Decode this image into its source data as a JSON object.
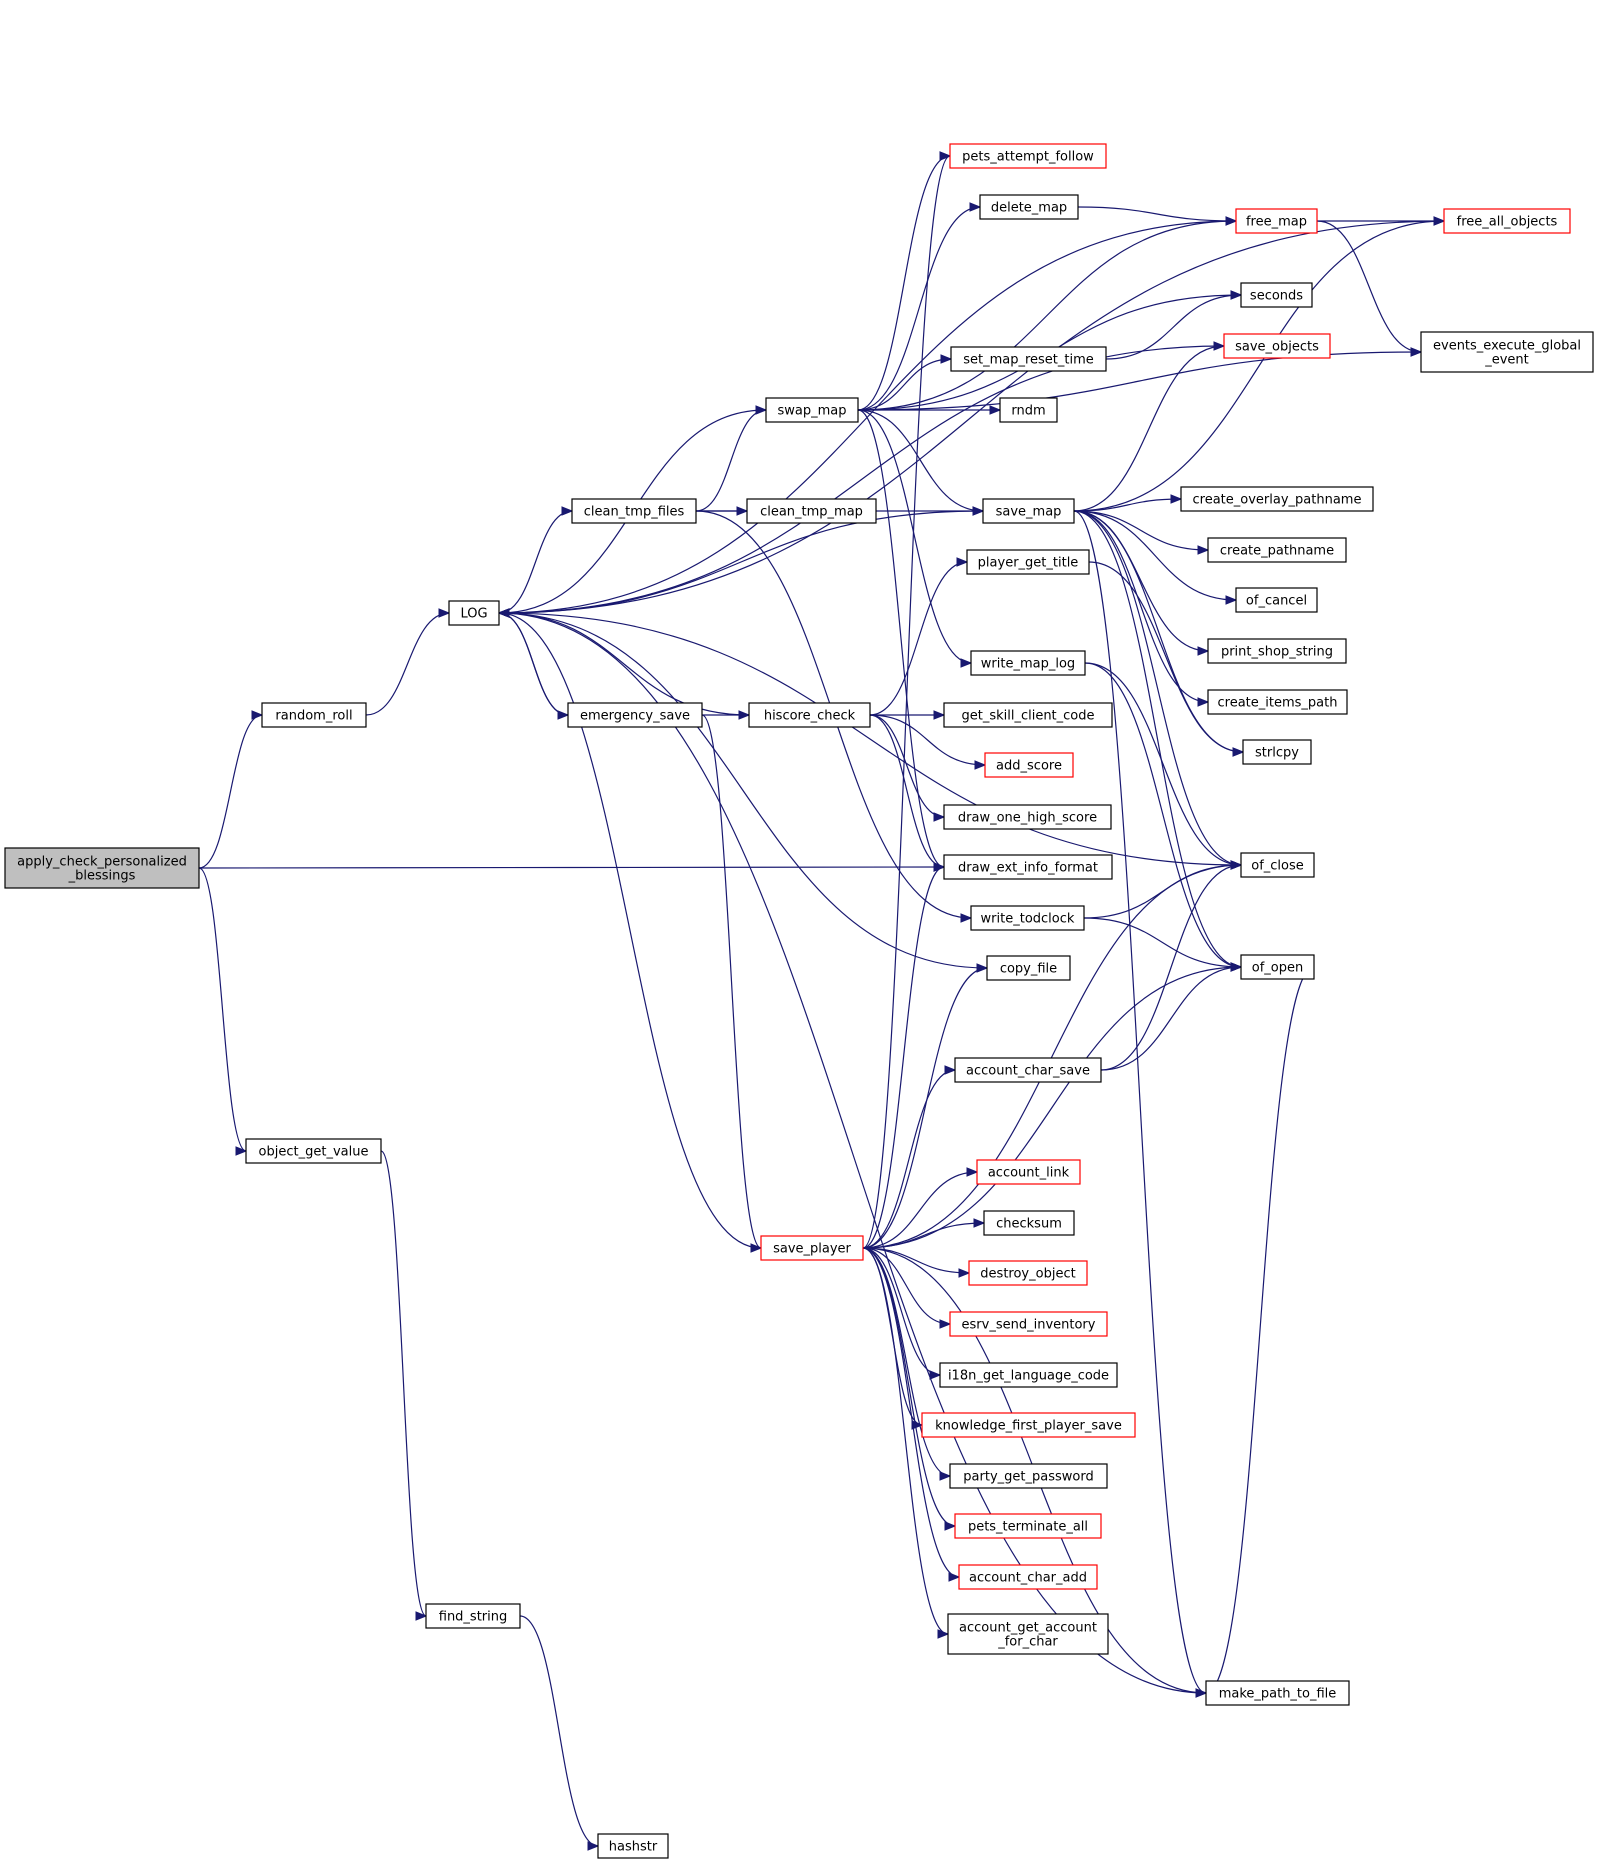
{
  "colors": {
    "edge": "#191970",
    "node_border": "#000000",
    "node_border_truncated": "#ff0000",
    "node_fill": "#ffffff",
    "root_fill": "#bfbfbf"
  },
  "nodes": {
    "apply_check": {
      "lines": [
        "apply_check_personalized",
        "_blessings"
      ],
      "root": true,
      "truncated": false
    },
    "random_roll": {
      "lines": [
        "random_roll"
      ],
      "truncated": false
    },
    "object_get_value": {
      "lines": [
        "object_get_value"
      ],
      "truncated": false
    },
    "LOG": {
      "lines": [
        "LOG"
      ],
      "truncated": false
    },
    "find_string": {
      "lines": [
        "find_string"
      ],
      "truncated": false
    },
    "hashstr": {
      "lines": [
        "hashstr"
      ],
      "truncated": false
    },
    "clean_tmp_files": {
      "lines": [
        "clean_tmp_files"
      ],
      "truncated": false
    },
    "emergency_save": {
      "lines": [
        "emergency_save"
      ],
      "truncated": false
    },
    "swap_map": {
      "lines": [
        "swap_map"
      ],
      "truncated": false
    },
    "save_player": {
      "lines": [
        "save_player"
      ],
      "truncated": true
    },
    "hiscore_check": {
      "lines": [
        "hiscore_check"
      ],
      "truncated": false
    },
    "clean_tmp_map": {
      "lines": [
        "clean_tmp_map"
      ],
      "truncated": false
    },
    "pets_attempt_follow": {
      "lines": [
        "pets_attempt_follow"
      ],
      "truncated": true
    },
    "delete_map": {
      "lines": [
        "delete_map"
      ],
      "truncated": false
    },
    "set_map_reset_time": {
      "lines": [
        "set_map_reset_time"
      ],
      "truncated": false
    },
    "rndm": {
      "lines": [
        "rndm"
      ],
      "truncated": false
    },
    "save_map": {
      "lines": [
        "save_map"
      ],
      "truncated": false
    },
    "player_get_title": {
      "lines": [
        "player_get_title"
      ],
      "truncated": false
    },
    "write_map_log": {
      "lines": [
        "write_map_log"
      ],
      "truncated": false
    },
    "get_skill_client_code": {
      "lines": [
        "get_skill_client_code"
      ],
      "truncated": false
    },
    "add_score": {
      "lines": [
        "add_score"
      ],
      "truncated": true
    },
    "draw_one_high_score": {
      "lines": [
        "draw_one_high_score"
      ],
      "truncated": false
    },
    "draw_ext_info_format": {
      "lines": [
        "draw_ext_info_format"
      ],
      "truncated": false
    },
    "write_todclock": {
      "lines": [
        "write_todclock"
      ],
      "truncated": false
    },
    "copy_file": {
      "lines": [
        "copy_file"
      ],
      "truncated": false
    },
    "account_char_save": {
      "lines": [
        "account_char_save"
      ],
      "truncated": false
    },
    "account_link": {
      "lines": [
        "account_link"
      ],
      "truncated": true
    },
    "checksum": {
      "lines": [
        "checksum"
      ],
      "truncated": false
    },
    "destroy_object": {
      "lines": [
        "destroy_object"
      ],
      "truncated": true
    },
    "esrv_send_inventory": {
      "lines": [
        "esrv_send_inventory"
      ],
      "truncated": true
    },
    "i18n_get_language_code": {
      "lines": [
        "i18n_get_language_code"
      ],
      "truncated": false
    },
    "knowledge_first_player_save": {
      "lines": [
        "knowledge_first_player_save"
      ],
      "truncated": true
    },
    "party_get_password": {
      "lines": [
        "party_get_password"
      ],
      "truncated": false
    },
    "pets_terminate_all": {
      "lines": [
        "pets_terminate_all"
      ],
      "truncated": true
    },
    "account_char_add": {
      "lines": [
        "account_char_add"
      ],
      "truncated": true
    },
    "account_get_account_for_char": {
      "lines": [
        "account_get_account",
        "_for_char"
      ],
      "truncated": false
    },
    "free_map": {
      "lines": [
        "free_map"
      ],
      "truncated": true
    },
    "seconds": {
      "lines": [
        "seconds"
      ],
      "truncated": false
    },
    "save_objects": {
      "lines": [
        "save_objects"
      ],
      "truncated": true
    },
    "create_overlay_pathname": {
      "lines": [
        "create_overlay_pathname"
      ],
      "truncated": false
    },
    "create_pathname": {
      "lines": [
        "create_pathname"
      ],
      "truncated": false
    },
    "of_cancel": {
      "lines": [
        "of_cancel"
      ],
      "truncated": false
    },
    "print_shop_string": {
      "lines": [
        "print_shop_string"
      ],
      "truncated": false
    },
    "create_items_path": {
      "lines": [
        "create_items_path"
      ],
      "truncated": false
    },
    "strlcpy": {
      "lines": [
        "strlcpy"
      ],
      "truncated": false
    },
    "of_close": {
      "lines": [
        "of_close"
      ],
      "truncated": false
    },
    "of_open": {
      "lines": [
        "of_open"
      ],
      "truncated": false
    },
    "make_path_to_file": {
      "lines": [
        "make_path_to_file"
      ],
      "truncated": false
    },
    "free_all_objects": {
      "lines": [
        "free_all_objects"
      ],
      "truncated": true
    },
    "events_execute_global_event": {
      "lines": [
        "events_execute_global",
        "_event"
      ],
      "truncated": false
    }
  },
  "edges": [
    [
      "apply_check",
      "random_roll"
    ],
    [
      "apply_check",
      "object_get_value"
    ],
    [
      "apply_check",
      "draw_ext_info_format"
    ],
    [
      "random_roll",
      "LOG"
    ],
    [
      "object_get_value",
      "find_string"
    ],
    [
      "find_string",
      "hashstr"
    ],
    [
      "LOG",
      "clean_tmp_files"
    ],
    [
      "LOG",
      "emergency_save"
    ],
    [
      "clean_tmp_files",
      "swap_map"
    ],
    [
      "clean_tmp_files",
      "clean_tmp_map"
    ],
    [
      "clean_tmp_files",
      "save_map"
    ],
    [
      "clean_tmp_files",
      "write_todclock"
    ],
    [
      "emergency_save",
      "hiscore_check"
    ],
    [
      "emergency_save",
      "LOG"
    ],
    [
      "emergency_save",
      "save_player"
    ],
    [
      "swap_map",
      "LOG"
    ],
    [
      "swap_map",
      "pets_attempt_follow"
    ],
    [
      "swap_map",
      "delete_map"
    ],
    [
      "swap_map",
      "free_map"
    ],
    [
      "swap_map",
      "seconds"
    ],
    [
      "swap_map",
      "set_map_reset_time"
    ],
    [
      "swap_map",
      "rndm"
    ],
    [
      "swap_map",
      "events_execute_global_event"
    ],
    [
      "swap_map",
      "save_map"
    ],
    [
      "swap_map",
      "write_map_log"
    ],
    [
      "swap_map",
      "draw_ext_info_format"
    ],
    [
      "hiscore_check",
      "LOG"
    ],
    [
      "hiscore_check",
      "player_get_title"
    ],
    [
      "hiscore_check",
      "get_skill_client_code"
    ],
    [
      "hiscore_check",
      "add_score"
    ],
    [
      "hiscore_check",
      "draw_one_high_score"
    ],
    [
      "hiscore_check",
      "draw_ext_info_format"
    ],
    [
      "save_player",
      "LOG"
    ],
    [
      "save_player",
      "pets_attempt_follow"
    ],
    [
      "save_player",
      "draw_ext_info_format"
    ],
    [
      "save_player",
      "copy_file"
    ],
    [
      "save_player",
      "account_char_save"
    ],
    [
      "save_player",
      "account_link"
    ],
    [
      "save_player",
      "checksum"
    ],
    [
      "save_player",
      "destroy_object"
    ],
    [
      "save_player",
      "esrv_send_inventory"
    ],
    [
      "save_player",
      "i18n_get_language_code"
    ],
    [
      "save_player",
      "knowledge_first_player_save"
    ],
    [
      "save_player",
      "party_get_password"
    ],
    [
      "save_player",
      "pets_terminate_all"
    ],
    [
      "save_player",
      "account_char_add"
    ],
    [
      "save_player",
      "account_get_account_for_char"
    ],
    [
      "save_player",
      "of_close"
    ],
    [
      "save_player",
      "of_open"
    ],
    [
      "save_player",
      "make_path_to_file"
    ],
    [
      "delete_map",
      "free_map"
    ],
    [
      "set_map_reset_time",
      "seconds"
    ],
    [
      "free_map",
      "free_all_objects"
    ],
    [
      "free_map",
      "events_execute_global_event"
    ],
    [
      "free_map",
      "LOG"
    ],
    [
      "free_all_objects",
      "LOG"
    ],
    [
      "save_objects",
      "LOG"
    ],
    [
      "save_map",
      "LOG"
    ],
    [
      "save_map",
      "save_objects"
    ],
    [
      "save_map",
      "free_all_objects"
    ],
    [
      "save_map",
      "create_overlay_pathname"
    ],
    [
      "save_map",
      "create_pathname"
    ],
    [
      "save_map",
      "of_cancel"
    ],
    [
      "save_map",
      "print_shop_string"
    ],
    [
      "save_map",
      "create_items_path"
    ],
    [
      "save_map",
      "strlcpy"
    ],
    [
      "save_map",
      "of_close"
    ],
    [
      "save_map",
      "of_open"
    ],
    [
      "save_map",
      "make_path_to_file"
    ],
    [
      "player_get_title",
      "strlcpy"
    ],
    [
      "write_map_log",
      "of_close"
    ],
    [
      "write_map_log",
      "of_open"
    ],
    [
      "write_todclock",
      "of_close"
    ],
    [
      "write_todclock",
      "of_open"
    ],
    [
      "copy_file",
      "LOG"
    ],
    [
      "account_char_save",
      "of_close"
    ],
    [
      "account_char_save",
      "of_open"
    ],
    [
      "of_open",
      "make_path_to_file"
    ],
    [
      "make_path_to_file",
      "LOG"
    ],
    [
      "LOG",
      "of_close"
    ]
  ]
}
